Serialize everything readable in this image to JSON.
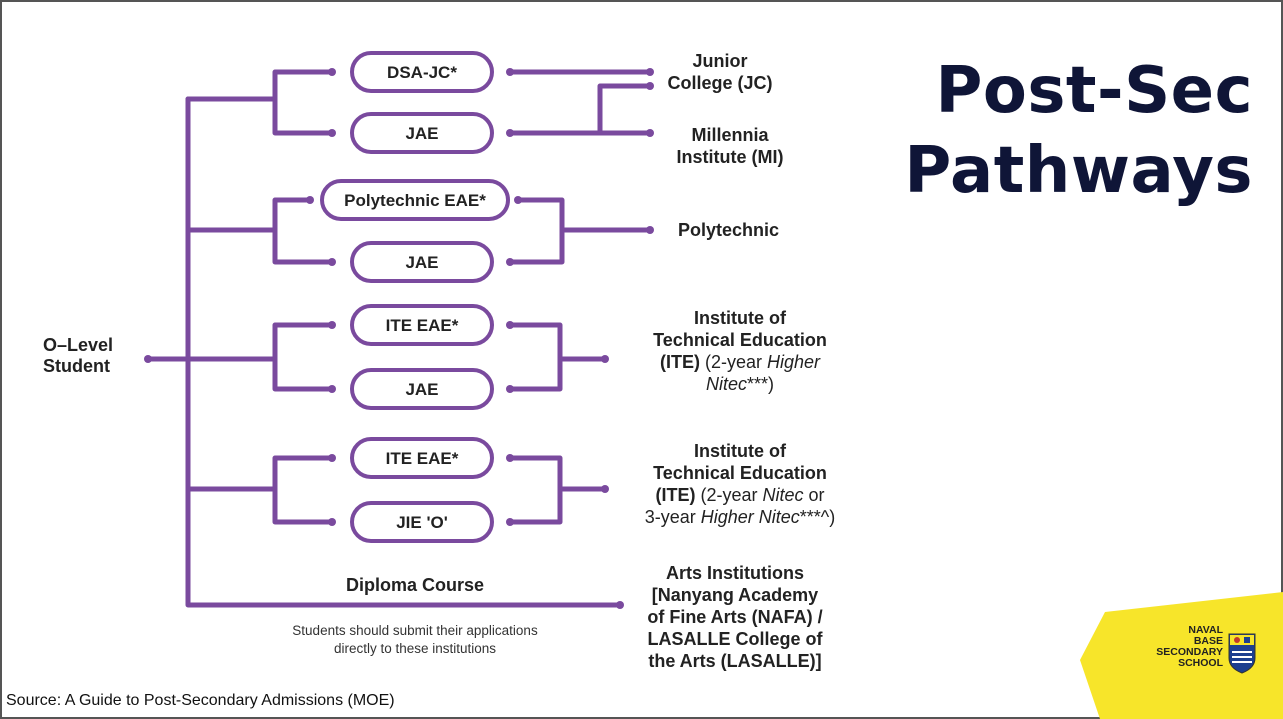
{
  "title": {
    "line1": "Post-Sec",
    "line2": "Pathways"
  },
  "source": "Source: A Guide to Post-Secondary Admissions (MOE)",
  "start": {
    "line1": "O–Level",
    "line2": "Student"
  },
  "routes": [
    {
      "label": "DSA-JC*"
    },
    {
      "label": "JAE"
    },
    {
      "label": "Polytechnic EAE*"
    },
    {
      "label": "JAE"
    },
    {
      "label": "ITE EAE*"
    },
    {
      "label": "JAE"
    },
    {
      "label": "ITE EAE*"
    },
    {
      "label": "JIE 'O'"
    }
  ],
  "diploma": {
    "label": "Diploma Course",
    "note_line1": "Students should submit their applications",
    "note_line2": "directly to these institutions"
  },
  "destinations": {
    "jc": {
      "line1": "Junior",
      "line2": "College (JC)"
    },
    "mi": {
      "line1": "Millennia",
      "line2": "Institute (MI)"
    },
    "poly": {
      "line1": "Polytechnic"
    },
    "ite1": {
      "line1": "Institute of",
      "line2": "Technical Education",
      "line3_bold": "(ITE)",
      "line3_rest": " (2-year ",
      "line3_it": "Higher",
      "line4_it": "Nitec",
      "line4_rest": "***)"
    },
    "ite2": {
      "line1": "Institute of",
      "line2": "Technical Education",
      "line3_bold": "(ITE)",
      "line3_rest": " (2-year ",
      "line3_it": "Nitec",
      "line3_end": " or",
      "line4_start": "3-year ",
      "line4_it": "Higher Nitec",
      "line4_rest": "***^)"
    },
    "arts": {
      "line1": "Arts Institutions",
      "line2": "[Nanyang Academy",
      "line3": "of Fine Arts (NAFA) /",
      "line4": "LASALLE College of",
      "line5": "the Arts (LASALLE)]"
    }
  },
  "logo": {
    "line1": "NAVAL",
    "line2": "BASE",
    "line3": "SECONDARY",
    "line4": "SCHOOL"
  },
  "colors": {
    "line": "#7a4a9e",
    "title": "#0f1537",
    "logo_bg": "#f7e52a"
  }
}
